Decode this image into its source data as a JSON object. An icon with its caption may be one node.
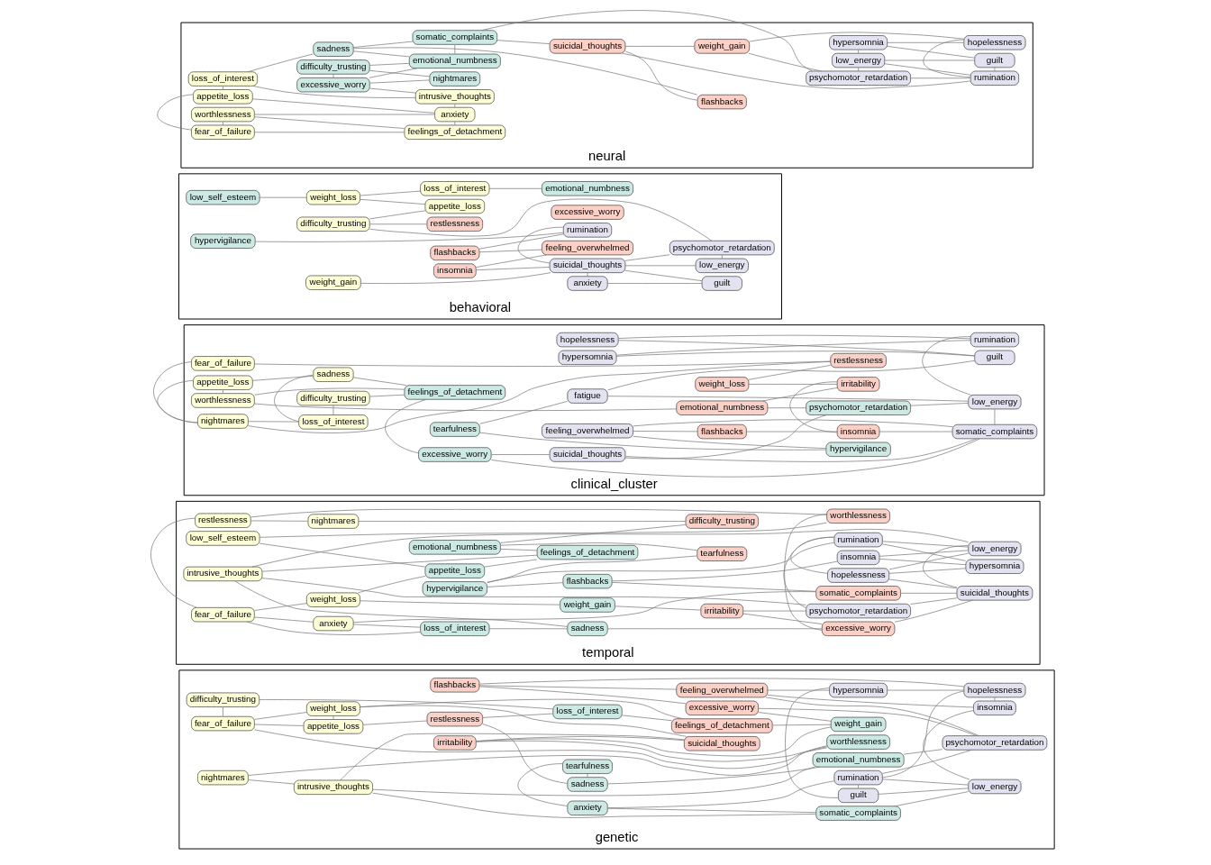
{
  "diagram": {
    "nodes": [
      {
        "text": [
          "neural"
        ]
      },
      {
        "text": [
          "fear_of_failure"
        ],
        "in": 0
      },
      {
        "text": [
          "feelings_of_detachment"
        ],
        "in": 0
      },
      {
        "text": [
          "worthlessness"
        ],
        "in": 0
      },
      {
        "text": [
          "difficulty_trusting"
        ],
        "in": 0
      },
      {
        "text": [
          "anxiety"
        ],
        "in": 0
      },
      {
        "text": [
          "appetite_loss"
        ],
        "in": 0
      },
      {
        "text": [
          "nightmares"
        ],
        "in": 0
      },
      {
        "text": [
          "excessive_worry"
        ],
        "in": 0
      },
      {
        "text": [
          "intrusive_thoughts"
        ],
        "in": 0
      },
      {
        "text": [
          "loss_of_interest"
        ],
        "in": 0
      },
      {
        "text": [
          "emotional_numbness"
        ],
        "in": 0
      },
      {
        "text": [
          "sadness"
        ],
        "in": 0
      },
      {
        "text": [
          "flashbacks"
        ],
        "in": 0
      },
      {
        "text": [
          "somatic_complaints"
        ],
        "in": 0
      },
      {
        "text": [
          "suicidal_thoughts"
        ],
        "in": 0
      },
      {
        "text": [
          "weight_gain"
        ],
        "in": 0
      },
      {
        "text": [
          "psychomotor_retardation"
        ],
        "in": 0
      },
      {
        "text": [
          "rumination"
        ],
        "in": 0
      },
      {
        "text": [
          "low_energy"
        ],
        "in": 0
      },
      {
        "text": [
          "guilt"
        ],
        "in": 0
      },
      {
        "text": [
          "hypersomnia"
        ],
        "in": 0
      },
      {
        "text": [
          "hopelessness"
        ],
        "in": 0
      },
      {
        "text": [
          "behavioral"
        ]
      },
      {
        "text": [
          "low_self_esteem"
        ],
        "in": 23
      },
      {
        "text": [
          "weight_loss"
        ],
        "in": 23
      },
      {
        "text": [
          "appetite_loss"
        ],
        "in": 23
      },
      {
        "text": [
          "restlessness"
        ],
        "in": 23
      },
      {
        "text": [
          "difficulty_trusting"
        ],
        "in": 23
      },
      {
        "text": [
          "loss_of_interest"
        ],
        "in": 23
      },
      {
        "text": [
          "emotional_numbness"
        ],
        "in": 23
      },
      {
        "text": [
          "weight_gain"
        ],
        "in": 23
      },
      {
        "text": [
          "excessive_worry"
        ],
        "in": 23
      },
      {
        "text": [
          "anxiety"
        ],
        "in": 23
      },
      {
        "text": [
          "psychomotor_retardation"
        ],
        "in": 23
      },
      {
        "text": [
          "insomnia"
        ],
        "in": 23
      },
      {
        "text": [
          "suicidal_thoughts"
        ],
        "in": 23
      },
      {
        "text": [
          "feeling_overwhelmed"
        ],
        "in": 23
      },
      {
        "text": [
          "low_energy"
        ],
        "in": 23
      },
      {
        "text": [
          "flashbacks"
        ],
        "in": 23
      },
      {
        "text": [
          "hypervigilance"
        ],
        "in": 23
      },
      {
        "text": [
          "rumination"
        ],
        "in": 23
      },
      {
        "text": [
          "guilt"
        ],
        "in": 23
      },
      {
        "text": [
          "clinical_cluster"
        ]
      },
      {
        "text": [
          "nightmares"
        ],
        "in": 43
      },
      {
        "text": [
          "difficulty_trusting"
        ],
        "in": 43
      },
      {
        "text": [
          "fear_of_failure"
        ],
        "in": 43
      },
      {
        "text": [
          "loss_of_interest"
        ],
        "in": 43
      },
      {
        "text": [
          "restlessness"
        ],
        "in": 43
      },
      {
        "text": [
          "weight_loss"
        ],
        "in": 43
      },
      {
        "text": [
          "appetite_loss"
        ],
        "in": 43
      },
      {
        "text": [
          "sadness"
        ],
        "in": 43
      },
      {
        "text": [
          "worthlessness"
        ],
        "in": 43
      },
      {
        "text": [
          "feelings_of_detachment"
        ],
        "in": 43
      },
      {
        "text": [
          "irritability"
        ],
        "in": 43
      },
      {
        "text": [
          "emotional_numbness"
        ],
        "in": 43
      },
      {
        "text": [
          "psychomotor_retardation"
        ],
        "in": 43
      },
      {
        "text": [
          "excessive_worry"
        ],
        "in": 43
      },
      {
        "text": [
          "suicidal_thoughts"
        ],
        "in": 43
      },
      {
        "text": [
          "insomnia"
        ],
        "in": 43
      },
      {
        "text": [
          "somatic_complaints"
        ],
        "in": 43
      },
      {
        "text": [
          "feeling_overwhelmed"
        ],
        "in": 43
      },
      {
        "text": [
          "hypervigilance"
        ],
        "in": 43
      },
      {
        "text": [
          "low_energy"
        ],
        "in": 43
      },
      {
        "text": [
          "tearfulness"
        ],
        "in": 43
      },
      {
        "text": [
          "fatigue"
        ],
        "in": 43
      },
      {
        "text": [
          "flashbacks"
        ],
        "in": 43
      },
      {
        "text": [
          "rumination"
        ],
        "in": 43
      },
      {
        "text": [
          "hypersomnia"
        ],
        "in": 43
      },
      {
        "text": [
          "guilt"
        ],
        "in": 43
      },
      {
        "text": [
          "hopelessness"
        ],
        "in": 43
      },
      {
        "text": [
          "temporal"
        ]
      },
      {
        "text": [
          "fear_of_failure"
        ],
        "in": 71
      },
      {
        "text": [
          "weight_loss"
        ],
        "in": 71
      },
      {
        "text": [
          "restlessness"
        ],
        "in": 71
      },
      {
        "text": [
          "appetite_loss"
        ],
        "in": 71
      },
      {
        "text": [
          "nightmares"
        ],
        "in": 71
      },
      {
        "text": [
          "difficulty_trusting"
        ],
        "in": 71
      },
      {
        "text": [
          "weight_gain"
        ],
        "in": 71
      },
      {
        "text": [
          "low_self_esteem"
        ],
        "in": 71
      },
      {
        "text": [
          "loss_of_interest"
        ],
        "in": 71
      },
      {
        "text": [
          "worthlessness"
        ],
        "in": 71
      },
      {
        "text": [
          "feelings_of_detachment"
        ],
        "in": 71
      },
      {
        "text": [
          "emotional_numbness"
        ],
        "in": 71
      },
      {
        "text": [
          "irritability"
        ],
        "in": 71
      },
      {
        "text": [
          "anxiety"
        ],
        "in": 71
      },
      {
        "text": [
          "excessive_worry"
        ],
        "in": 71
      },
      {
        "text": [
          "sadness"
        ],
        "in": 71
      },
      {
        "text": [
          "tearfulness"
        ],
        "in": 71
      },
      {
        "text": [
          "intrusive_thoughts"
        ],
        "in": 71
      },
      {
        "text": [
          "psychomotor_retardation"
        ],
        "in": 71
      },
      {
        "text": [
          "somatic_complaints"
        ],
        "in": 71
      },
      {
        "text": [
          "suicidal_thoughts"
        ],
        "in": 71
      },
      {
        "text": [
          "hypervigilance"
        ],
        "in": 71
      },
      {
        "text": [
          "flashbacks"
        ],
        "in": 71
      },
      {
        "text": [
          "rumination"
        ],
        "in": 71
      },
      {
        "text": [
          "low_energy"
        ],
        "in": 71
      },
      {
        "text": [
          "insomnia"
        ],
        "in": 71
      },
      {
        "text": [
          "hypersomnia"
        ],
        "in": 71
      },
      {
        "text": [
          "hopelessness"
        ],
        "in": 71
      },
      {
        "text": [
          "genetic"
        ]
      },
      {
        "text": [
          "fear_of_failure"
        ],
        "in": 100
      },
      {
        "text": [
          "appetite_loss"
        ],
        "in": 100
      },
      {
        "text": [
          "difficulty_trusting"
        ],
        "in": 100
      },
      {
        "text": [
          "weight_loss"
        ],
        "in": 100
      },
      {
        "text": [
          "suicidal_thoughts"
        ],
        "in": 100
      },
      {
        "text": [
          "restlessness"
        ],
        "in": 100
      },
      {
        "text": [
          "loss_of_interest"
        ],
        "in": 100
      },
      {
        "text": [
          "worthlessness"
        ],
        "in": 100
      },
      {
        "text": [
          "feelings_of_detachment"
        ],
        "in": 100
      },
      {
        "text": [
          "irritability"
        ],
        "in": 100
      },
      {
        "text": [
          "sadness"
        ],
        "in": 100
      },
      {
        "text": [
          "nightmares"
        ],
        "in": 100
      },
      {
        "text": [
          "weight_gain"
        ],
        "in": 100
      },
      {
        "text": [
          "tearfulness"
        ],
        "in": 100
      },
      {
        "text": [
          "emotional_numbness"
        ],
        "in": 100
      },
      {
        "text": [
          "intrusive_thoughts"
        ],
        "in": 100
      },
      {
        "text": [
          "excessive_worry"
        ],
        "in": 100
      },
      {
        "text": [
          "psychomotor_retardation"
        ],
        "in": 100
      },
      {
        "text": [
          "anxiety"
        ],
        "in": 100
      },
      {
        "text": [
          "somatic_complaints"
        ],
        "in": 100
      },
      {
        "text": [
          "flashbacks"
        ],
        "in": 100
      },
      {
        "text": [
          "rumination"
        ],
        "in": 100
      },
      {
        "text": [
          "low_energy"
        ],
        "in": 100
      },
      {
        "text": [
          "feeling_overwhelmed"
        ],
        "in": 100
      },
      {
        "text": [
          "guilt"
        ],
        "in": 100
      },
      {
        "text": [
          "insomnia"
        ],
        "in": 100
      },
      {
        "text": [
          "hypersomnia"
        ],
        "in": 100
      },
      {
        "text": [
          "hopelessness"
        ],
        "in": 100
      }
    ],
    "edges": [
      {
        "from": 1,
        "to": 2,
        "arrow": "none"
      },
      {
        "from": 1,
        "to": 3,
        "arrow": "none"
      },
      {
        "from": 2,
        "to": 3,
        "arrow": "none"
      },
      {
        "from": 2,
        "to": 5,
        "arrow": "none"
      },
      {
        "from": 1,
        "to": 6,
        "arrow": "none"
      },
      {
        "from": 3,
        "to": 5,
        "arrow": "none"
      },
      {
        "from": 4,
        "to": 7,
        "arrow": "none"
      },
      {
        "from": 4,
        "to": 8,
        "arrow": "none"
      },
      {
        "from": 4,
        "to": 11,
        "arrow": "none"
      },
      {
        "from": 5,
        "to": 6,
        "arrow": "none"
      },
      {
        "from": 5,
        "to": 9,
        "arrow": "none"
      },
      {
        "from": 6,
        "to": 10,
        "arrow": "none"
      },
      {
        "from": 7,
        "to": 8,
        "arrow": "none"
      },
      {
        "from": 8,
        "to": 9,
        "arrow": "none"
      },
      {
        "from": 8,
        "to": 11,
        "arrow": "none"
      },
      {
        "from": 9,
        "to": 10,
        "arrow": "none"
      },
      {
        "from": 10,
        "to": 12,
        "arrow": "none"
      },
      {
        "from": 11,
        "to": 12,
        "arrow": "none"
      },
      {
        "from": 11,
        "to": 14,
        "arrow": "none"
      },
      {
        "from": 12,
        "to": 13,
        "arrow": "none"
      },
      {
        "from": 12,
        "to": 14,
        "arrow": "none"
      },
      {
        "from": 13,
        "to": 15,
        "arrow": "none"
      },
      {
        "from": 14,
        "to": 15,
        "arrow": "none"
      },
      {
        "from": 14,
        "to": 17,
        "arrow": "none"
      },
      {
        "from": 15,
        "to": 16,
        "arrow": "none"
      },
      {
        "from": 16,
        "to": 17,
        "arrow": "none"
      },
      {
        "from": 17,
        "to": 18,
        "arrow": "none"
      },
      {
        "from": 18,
        "to": 19,
        "arrow": "none"
      },
      {
        "from": 17,
        "to": 19,
        "arrow": "none"
      },
      {
        "from": 19,
        "to": 20,
        "arrow": "none"
      },
      {
        "from": 18,
        "to": 20,
        "arrow": "none"
      },
      {
        "from": 20,
        "to": 21,
        "arrow": "none"
      },
      {
        "from": 19,
        "to": 21,
        "arrow": "none"
      },
      {
        "from": 21,
        "to": 22,
        "arrow": "none"
      },
      {
        "from": 18,
        "to": 22,
        "arrow": "none"
      },
      {
        "from": 16,
        "to": 22,
        "arrow": "none"
      },
      {
        "from": 15,
        "to": 18,
        "arrow": "none"
      },
      {
        "from": 24,
        "to": 25,
        "arrow": "none"
      },
      {
        "from": 25,
        "to": 26,
        "arrow": "none"
      },
      {
        "from": 26,
        "to": 28,
        "arrow": "none"
      },
      {
        "from": 28,
        "to": 27,
        "arrow": "none"
      },
      {
        "from": 25,
        "to": 29,
        "arrow": "none"
      },
      {
        "from": 29,
        "to": 30,
        "arrow": "none"
      },
      {
        "from": 28,
        "to": 34,
        "arrow": "none"
      },
      {
        "from": 31,
        "to": 36,
        "arrow": "none"
      },
      {
        "from": 33,
        "to": 36,
        "arrow": "none"
      },
      {
        "from": 34,
        "to": 36,
        "arrow": "none"
      },
      {
        "from": 34,
        "to": 38,
        "arrow": "none"
      },
      {
        "from": 35,
        "to": 36,
        "arrow": "none"
      },
      {
        "from": 35,
        "to": 37,
        "arrow": "none"
      },
      {
        "from": 37,
        "to": 39,
        "arrow": "none"
      },
      {
        "from": 36,
        "to": 38,
        "arrow": "none"
      },
      {
        "from": 36,
        "to": 42,
        "arrow": "none"
      },
      {
        "from": 33,
        "to": 42,
        "arrow": "none"
      },
      {
        "from": 39,
        "to": 41,
        "arrow": "none"
      },
      {
        "from": 40,
        "to": 41,
        "arrow": "none"
      },
      {
        "from": 36,
        "to": 41,
        "arrow": "none"
      },
      {
        "from": 44,
        "to": 46,
        "arrow": "none"
      },
      {
        "from": 44,
        "to": 47,
        "arrow": "none"
      },
      {
        "from": 44,
        "to": 48,
        "arrow": "none"
      },
      {
        "from": 44,
        "to": 50,
        "arrow": "none"
      },
      {
        "from": 45,
        "to": 47,
        "arrow": "none"
      },
      {
        "from": 45,
        "to": 53,
        "arrow": "none"
      },
      {
        "from": 46,
        "to": 48,
        "arrow": "none"
      },
      {
        "from": 47,
        "to": 51,
        "arrow": "none"
      },
      {
        "from": 48,
        "to": 49,
        "arrow": "none"
      },
      {
        "from": 49,
        "to": 54,
        "arrow": "none"
      },
      {
        "from": 50,
        "to": 51,
        "arrow": "none"
      },
      {
        "from": 50,
        "to": 52,
        "arrow": "none"
      },
      {
        "from": 51,
        "to": 53,
        "arrow": "none"
      },
      {
        "from": 52,
        "to": 53,
        "arrow": "none"
      },
      {
        "from": 52,
        "to": 55,
        "arrow": "none"
      },
      {
        "from": 53,
        "to": 57,
        "arrow": "none"
      },
      {
        "from": 54,
        "to": 55,
        "arrow": "none"
      },
      {
        "from": 54,
        "to": 59,
        "arrow": "none"
      },
      {
        "from": 55,
        "to": 56,
        "arrow": "none"
      },
      {
        "from": 56,
        "to": 58,
        "arrow": "none"
      },
      {
        "from": 57,
        "to": 58,
        "arrow": "none"
      },
      {
        "from": 57,
        "to": 60,
        "arrow": "none"
      },
      {
        "from": 58,
        "to": 60,
        "arrow": "none"
      },
      {
        "from": 59,
        "to": 60,
        "arrow": "none"
      },
      {
        "from": 59,
        "to": 66,
        "arrow": "none"
      },
      {
        "from": 60,
        "to": 61,
        "arrow": "none"
      },
      {
        "from": 60,
        "to": 63,
        "arrow": "none"
      },
      {
        "from": 61,
        "to": 62,
        "arrow": "none"
      },
      {
        "from": 62,
        "to": 64,
        "arrow": "none"
      },
      {
        "from": 63,
        "to": 65,
        "arrow": "none"
      },
      {
        "from": 63,
        "to": 67,
        "arrow": "none"
      },
      {
        "from": 64,
        "to": 65,
        "arrow": "none"
      },
      {
        "from": 61,
        "to": 66,
        "arrow": "none"
      },
      {
        "from": 65,
        "to": 69,
        "arrow": "none"
      },
      {
        "from": 67,
        "to": 68,
        "arrow": "none"
      },
      {
        "from": 67,
        "to": 70,
        "arrow": "none"
      },
      {
        "from": 68,
        "to": 69,
        "arrow": "none"
      },
      {
        "from": 69,
        "to": 70,
        "arrow": "none"
      },
      {
        "from": 56,
        "to": 63,
        "arrow": "none"
      },
      {
        "from": 72,
        "to": 73,
        "arrow": "none"
      },
      {
        "from": 72,
        "to": 74,
        "arrow": "none"
      },
      {
        "from": 72,
        "to": 80,
        "arrow": "none"
      },
      {
        "from": 72,
        "to": 85,
        "arrow": "none"
      },
      {
        "from": 73,
        "to": 75,
        "arrow": "none"
      },
      {
        "from": 73,
        "to": 78,
        "arrow": "none"
      },
      {
        "from": 74,
        "to": 76,
        "arrow": "none"
      },
      {
        "from": 74,
        "to": 81,
        "arrow": "none"
      },
      {
        "from": 75,
        "to": 79,
        "arrow": "none"
      },
      {
        "from": 75,
        "to": 82,
        "arrow": "none"
      },
      {
        "from": 76,
        "to": 77,
        "arrow": "none"
      },
      {
        "from": 77,
        "to": 83,
        "arrow": "none"
      },
      {
        "from": 78,
        "to": 84,
        "arrow": "none"
      },
      {
        "from": 79,
        "to": 81,
        "arrow": "none"
      },
      {
        "from": 80,
        "to": 85,
        "arrow": "none"
      },
      {
        "from": 80,
        "to": 87,
        "arrow": "none"
      },
      {
        "from": 81,
        "to": 86,
        "arrow": "none"
      },
      {
        "from": 82,
        "to": 83,
        "arrow": "none"
      },
      {
        "from": 82,
        "to": 89,
        "arrow": "none"
      },
      {
        "from": 83,
        "to": 88,
        "arrow": "none"
      },
      {
        "from": 84,
        "to": 86,
        "arrow": "none"
      },
      {
        "from": 84,
        "to": 90,
        "arrow": "none"
      },
      {
        "from": 85,
        "to": 91,
        "arrow": "none"
      },
      {
        "from": 86,
        "to": 87,
        "arrow": "none"
      },
      {
        "from": 86,
        "to": 92,
        "arrow": "none"
      },
      {
        "from": 87,
        "to": 89,
        "arrow": "none"
      },
      {
        "from": 88,
        "to": 93,
        "arrow": "none"
      },
      {
        "from": 89,
        "to": 90,
        "arrow": "none"
      },
      {
        "from": 90,
        "to": 92,
        "arrow": "none"
      },
      {
        "from": 90,
        "to": 95,
        "arrow": "none"
      },
      {
        "from": 91,
        "to": 92,
        "arrow": "none"
      },
      {
        "from": 91,
        "to": 94,
        "arrow": "none"
      },
      {
        "from": 92,
        "to": 96,
        "arrow": "none"
      },
      {
        "from": 93,
        "to": 94,
        "arrow": "none"
      },
      {
        "from": 93,
        "to": 95,
        "arrow": "none"
      },
      {
        "from": 94,
        "to": 97,
        "arrow": "none"
      },
      {
        "from": 95,
        "to": 96,
        "arrow": "none"
      },
      {
        "from": 95,
        "to": 98,
        "arrow": "none"
      },
      {
        "from": 96,
        "to": 97,
        "arrow": "none"
      },
      {
        "from": 96,
        "to": 99,
        "arrow": "none"
      },
      {
        "from": 97,
        "to": 98,
        "arrow": "none"
      },
      {
        "from": 98,
        "to": 99,
        "arrow": "none"
      },
      {
        "from": 95,
        "to": 99,
        "arrow": "none"
      },
      {
        "from": 92,
        "to": 99,
        "arrow": "none"
      },
      {
        "from": 89,
        "to": 96,
        "arrow": "none"
      },
      {
        "from": 101,
        "to": 102,
        "arrow": "none"
      },
      {
        "from": 101,
        "to": 103,
        "arrow": "none"
      },
      {
        "from": 101,
        "to": 104,
        "arrow": "none"
      },
      {
        "from": 101,
        "to": 108,
        "arrow": "none"
      },
      {
        "from": 102,
        "to": 104,
        "arrow": "none"
      },
      {
        "from": 102,
        "to": 106,
        "arrow": "none"
      },
      {
        "from": 103,
        "to": 107,
        "arrow": "none"
      },
      {
        "from": 104,
        "to": 105,
        "arrow": "none"
      },
      {
        "from": 104,
        "to": 109,
        "arrow": "none"
      },
      {
        "from": 105,
        "to": 110,
        "arrow": "none"
      },
      {
        "from": 105,
        "to": 116,
        "arrow": "none"
      },
      {
        "from": 106,
        "to": 107,
        "arrow": "none"
      },
      {
        "from": 106,
        "to": 111,
        "arrow": "none"
      },
      {
        "from": 107,
        "to": 109,
        "arrow": "none"
      },
      {
        "from": 108,
        "to": 110,
        "arrow": "none"
      },
      {
        "from": 108,
        "to": 112,
        "arrow": "none"
      },
      {
        "from": 109,
        "to": 113,
        "arrow": "none"
      },
      {
        "from": 110,
        "to": 113,
        "arrow": "none"
      },
      {
        "from": 111,
        "to": 114,
        "arrow": "none"
      },
      {
        "from": 111,
        "to": 115,
        "arrow": "none"
      },
      {
        "from": 112,
        "to": 116,
        "arrow": "none"
      },
      {
        "from": 113,
        "to": 117,
        "arrow": "none"
      },
      {
        "from": 114,
        "to": 119,
        "arrow": "none"
      },
      {
        "from": 115,
        "to": 116,
        "arrow": "none"
      },
      {
        "from": 115,
        "to": 118,
        "arrow": "none"
      },
      {
        "from": 116,
        "to": 120,
        "arrow": "none"
      },
      {
        "from": 117,
        "to": 118,
        "arrow": "none"
      },
      {
        "from": 117,
        "to": 121,
        "arrow": "none"
      },
      {
        "from": 118,
        "to": 122,
        "arrow": "none"
      },
      {
        "from": 119,
        "to": 120,
        "arrow": "none"
      },
      {
        "from": 120,
        "to": 123,
        "arrow": "none"
      },
      {
        "from": 121,
        "to": 124,
        "arrow": "none"
      },
      {
        "from": 122,
        "to": 123,
        "arrow": "none"
      },
      {
        "from": 122,
        "to": 125,
        "arrow": "none"
      },
      {
        "from": 123,
        "to": 125,
        "arrow": "none"
      },
      {
        "from": 123,
        "to": 126,
        "arrow": "none"
      },
      {
        "from": 124,
        "to": 126,
        "arrow": "none"
      },
      {
        "from": 124,
        "to": 127,
        "arrow": "none"
      },
      {
        "from": 125,
        "to": 127,
        "arrow": "none"
      },
      {
        "from": 126,
        "to": 128,
        "arrow": "none"
      },
      {
        "from": 127,
        "to": 128,
        "arrow": "none"
      },
      {
        "from": 122,
        "to": 128,
        "arrow": "none"
      },
      {
        "from": 118,
        "to": 124,
        "arrow": "none"
      },
      {
        "from": 121,
        "to": 128,
        "arrow": "none"
      },
      {
        "from": 119,
        "to": 122,
        "arrow": "none"
      }
    ]
  }
}
